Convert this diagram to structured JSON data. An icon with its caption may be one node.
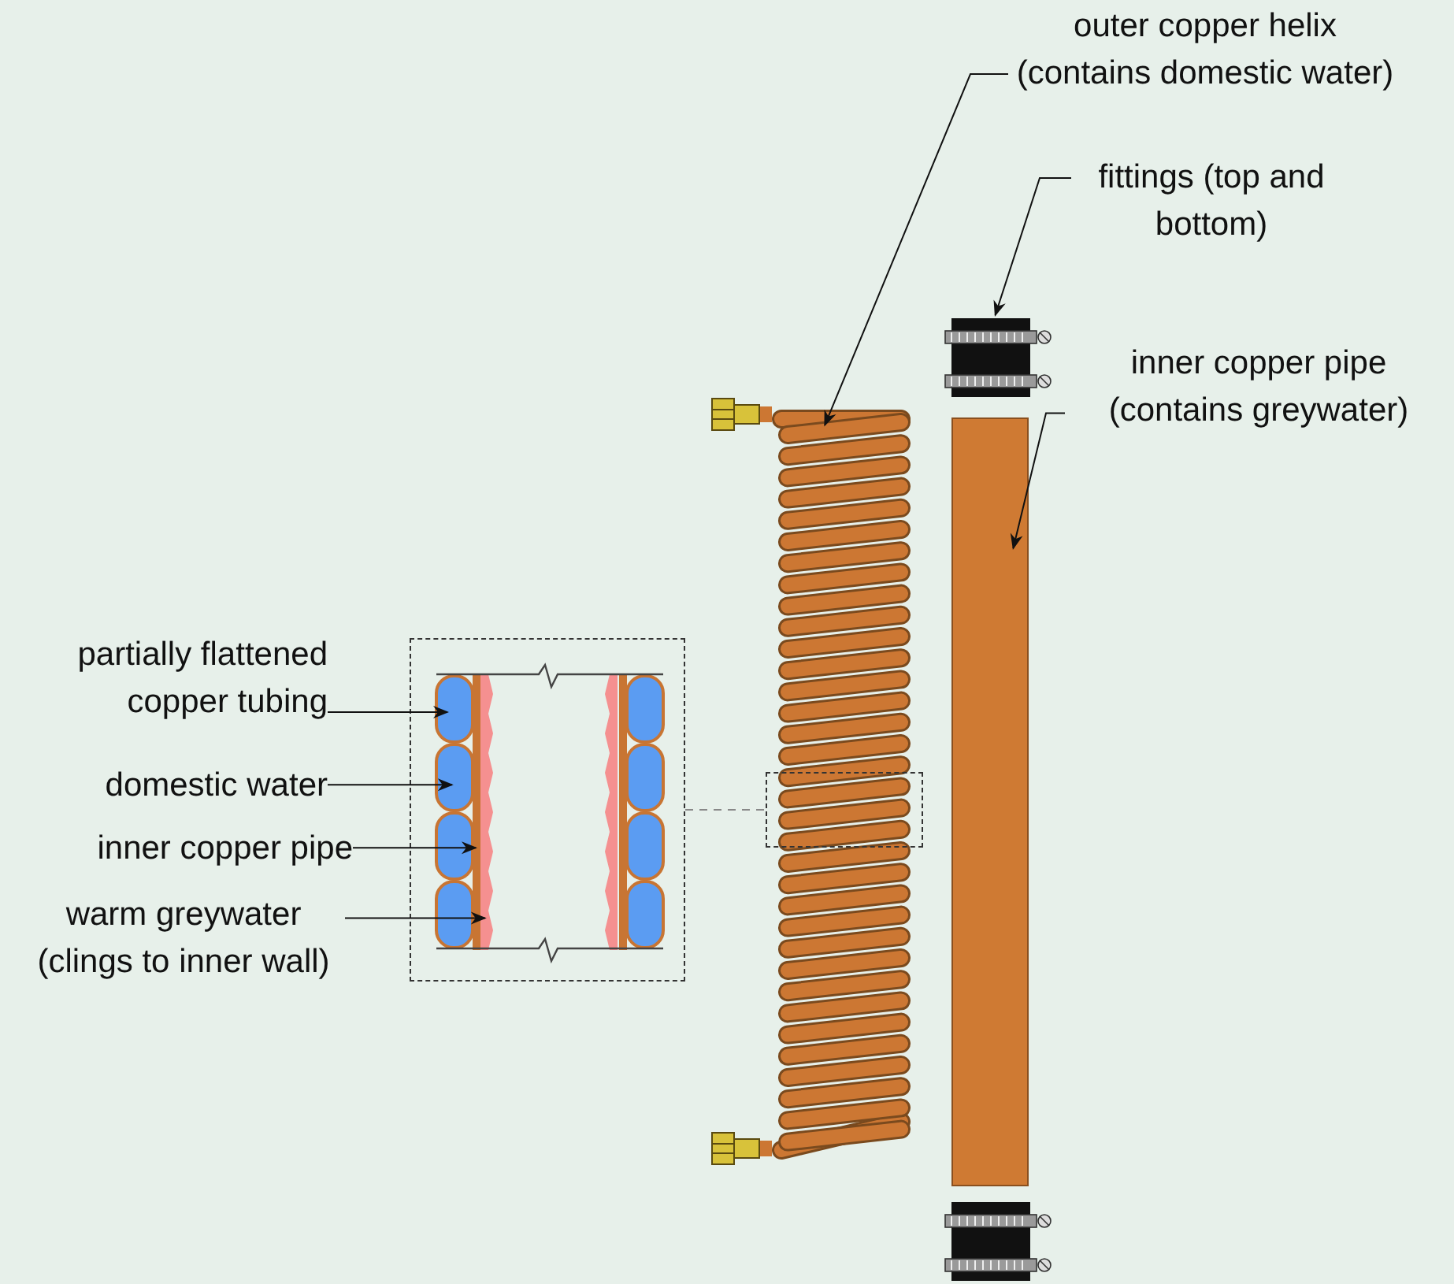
{
  "diagram": {
    "nodes": [
      {
        "text": [
          "outer copper helix (contains domestic water)"
        ]
      },
      {
        "text": [
          "fittings (top and bottom)"
        ]
      },
      {
        "text": [],
        "shape": "picture"
      },
      {
        "text": [
          "inner copper pipe (contains greywater)"
        ]
      },
      {
        "text": [],
        "shape": "picture"
      },
      {
        "text": [],
        "shape": "box"
      },
      {
        "text": [],
        "shape": "box"
      },
      {
        "text": [],
        "shape": "box"
      },
      {
        "text": [
          "partially flattened copper tubing"
        ]
      },
      {
        "text": [
          "domestic water"
        ]
      },
      {
        "text": [
          "inner copper pipe"
        ]
      },
      {
        "text": [
          "warm greywater (clings to inner wall)"
        ]
      },
      {
        "text": [],
        "shape": "picture"
      }
    ],
    "edges": [
      {
        "from": 0,
        "to": 4,
        "arrow": "to"
      },
      {
        "from": 1,
        "to": 2,
        "arrow": "to"
      },
      {
        "from": 3,
        "to": 5,
        "arrow": "to"
      },
      {
        "from": 8,
        "to": 6,
        "arrow": "to"
      },
      {
        "from": 9,
        "to": 6,
        "arrow": "to"
      },
      {
        "from": 10,
        "to": 6,
        "arrow": "to"
      },
      {
        "from": 11,
        "to": 6,
        "arrow": "to"
      },
      {
        "from": 6,
        "to": 7,
        "arrow": "none",
        "style": "dashed",
        "color": "#888888"
      }
    ]
  }
}
